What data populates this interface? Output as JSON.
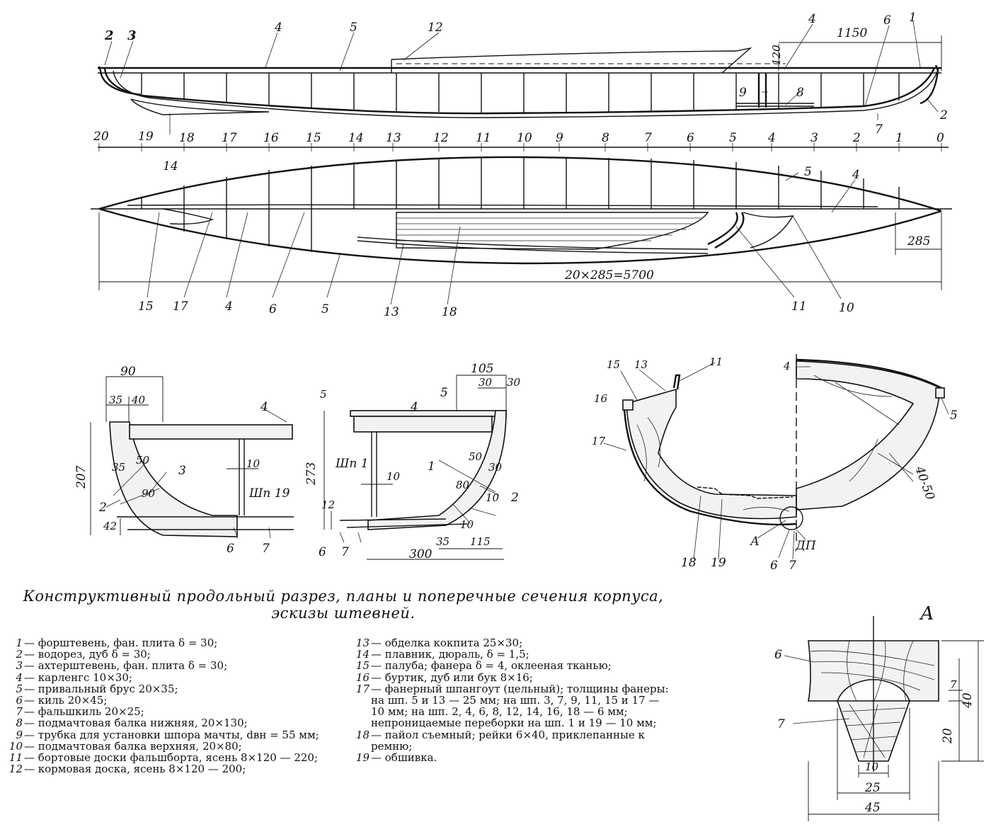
{
  "caption": {
    "line1": "Конструктивный продольный разрез, планы и поперечные сечения корпуса,",
    "line2": "эскизы штевней."
  },
  "legend_left": [
    {
      "num": "1",
      "text": "— форштевень, фан. плита δ = 30;"
    },
    {
      "num": "2",
      "text": "— водорез, дуб δ = 30;"
    },
    {
      "num": "3",
      "text": "— ахтерштевень, фан. плита δ = 30;"
    },
    {
      "num": "4",
      "text": "— карленгс 10×30;"
    },
    {
      "num": "5",
      "text": "— привальный брус 20×35;"
    },
    {
      "num": "6",
      "text": "— киль 20×45;"
    },
    {
      "num": "7",
      "text": "— фальшкиль 20×25;"
    },
    {
      "num": "8",
      "text": "— подмачтовая балка нижняя, 20×130;"
    },
    {
      "num": "9",
      "text": "— трубка для установки шпора мачты, dвн = 55 мм;"
    },
    {
      "num": "10",
      "text": "— подмачтовая балка верхняя, 20×80;"
    },
    {
      "num": "11",
      "text": "— бортовые доски фальшборта, ясень 8×120 — 220;"
    },
    {
      "num": "12",
      "text": "— кормовая доска, ясень 8×120 — 200;"
    }
  ],
  "legend_right": [
    {
      "num": "13",
      "text": "— обделка кокпита 25×30;"
    },
    {
      "num": "14",
      "text": "— плавник, дюраль, δ = 1,5;"
    },
    {
      "num": "15",
      "text": "— палуба; фанера δ = 4, оклееная тканью;"
    },
    {
      "num": "16",
      "text": "— буртик, дуб или бук 8×16;"
    },
    {
      "num": "17",
      "text": "— фанерный шпангоут (цельный); толщины фанеры: на шп. 5 и 13 — 25 мм; на шп. 3, 7, 9, 11, 15 и 17 — 10 мм; на шп. 2, 4, 6, 8, 12, 14, 16, 18 — 6 мм; непроницаемые переборки на шп. 1 и 19 — 10 мм;"
    },
    {
      "num": "18",
      "text": "— пайол съемный; рейки 6×40, приклепанные к ремню;"
    },
    {
      "num": "19",
      "text": "— обшивка."
    }
  ],
  "profile": {
    "station_labels": [
      "20",
      "19",
      "18",
      "17",
      "16",
      "15",
      "14",
      "13",
      "12",
      "11",
      "10",
      "9",
      "8",
      "7",
      "6",
      "5",
      "4",
      "3",
      "2",
      "1",
      "0"
    ],
    "callouts": [
      "2",
      "3",
      "4",
      "5",
      "12",
      "4",
      "1150",
      "6",
      "1",
      "120",
      "9",
      "8",
      "2",
      "7",
      "14"
    ]
  },
  "plan": {
    "callouts": [
      "5",
      "4",
      "285",
      "15",
      "17",
      "4",
      "6",
      "5",
      "13",
      "18",
      "11",
      "10"
    ],
    "overall_dim": "20×285=5700"
  },
  "stern_sketch": {
    "dims": [
      "90",
      "35",
      "40",
      "207",
      "35",
      "50",
      "90",
      "42",
      "10"
    ],
    "callouts": [
      "4",
      "3",
      "2",
      "Шп 19",
      "6",
      "7"
    ]
  },
  "bow_sketch": {
    "dims": [
      "105",
      "30",
      "30",
      "5",
      "273",
      "10",
      "50",
      "30",
      "80",
      "12",
      "10",
      "10",
      "35",
      "115",
      "300"
    ],
    "callouts": [
      "4",
      "5",
      "Шп 1",
      "1",
      "2",
      "6",
      "7"
    ]
  },
  "section": {
    "callouts": [
      "15",
      "13",
      "11",
      "4",
      "16",
      "5",
      "17",
      "40-50",
      "18",
      "19",
      "А",
      "6",
      "7",
      "ДП"
    ]
  },
  "detail_a": {
    "title": "А",
    "callouts": [
      "6",
      "7"
    ],
    "dims": [
      "7",
      "40",
      "20",
      "10",
      "25",
      "45"
    ]
  }
}
